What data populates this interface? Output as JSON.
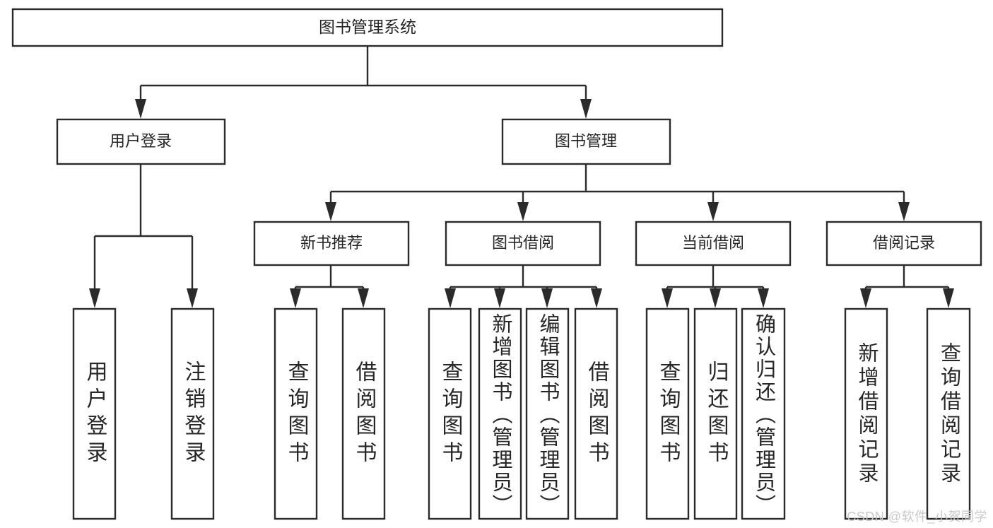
{
  "diagram": {
    "type": "tree-hierarchy-chart",
    "title_node": {
      "id": "root",
      "label": "图书管理系统"
    },
    "level2": [
      {
        "id": "user-login",
        "label": "用户登录"
      },
      {
        "id": "book-manage",
        "label": "图书管理"
      }
    ],
    "level3": [
      {
        "id": "new-book-recommend",
        "label": "新书推荐",
        "parent": "book-manage"
      },
      {
        "id": "book-borrow",
        "label": "图书借阅",
        "parent": "book-manage"
      },
      {
        "id": "current-borrow",
        "label": "当前借阅",
        "parent": "book-manage"
      },
      {
        "id": "borrow-record",
        "label": "借阅记录",
        "parent": "book-manage"
      }
    ],
    "leaves": [
      {
        "id": "leaf-user-login",
        "label": "用户登录",
        "parent": "user-login"
      },
      {
        "id": "leaf-user-logout",
        "label": "注销登录",
        "parent": "user-login"
      },
      {
        "id": "leaf-query-book-1",
        "label": "查询图书",
        "parent": "new-book-recommend"
      },
      {
        "id": "leaf-borrow-book-1",
        "label": "借阅图书",
        "parent": "new-book-recommend"
      },
      {
        "id": "leaf-query-book-2",
        "label": "查询图书",
        "parent": "book-borrow"
      },
      {
        "id": "leaf-add-book",
        "label": "新增图书（管理员）",
        "parent": "book-borrow"
      },
      {
        "id": "leaf-edit-book",
        "label": "编辑图书（管理员）",
        "parent": "book-borrow"
      },
      {
        "id": "leaf-borrow-book-2",
        "label": "借阅图书",
        "parent": "book-borrow"
      },
      {
        "id": "leaf-query-book-3",
        "label": "查询图书",
        "parent": "current-borrow"
      },
      {
        "id": "leaf-return-book",
        "label": "归还图书",
        "parent": "current-borrow"
      },
      {
        "id": "leaf-confirm-return",
        "label": "确认归还（管理员）",
        "parent": "current-borrow"
      },
      {
        "id": "leaf-add-record",
        "label": "新增借阅记录",
        "parent": "borrow-record"
      },
      {
        "id": "leaf-query-record",
        "label": "查询借阅记录",
        "parent": "borrow-record"
      }
    ],
    "colors": {
      "box_stroke": "#2b2b2b",
      "box_fill": "#ffffff",
      "text": "#262626",
      "background": "#ffffff",
      "watermark": "#c8c8c8"
    }
  },
  "watermark": {
    "text": "CSDN @软件_小贺同学"
  }
}
